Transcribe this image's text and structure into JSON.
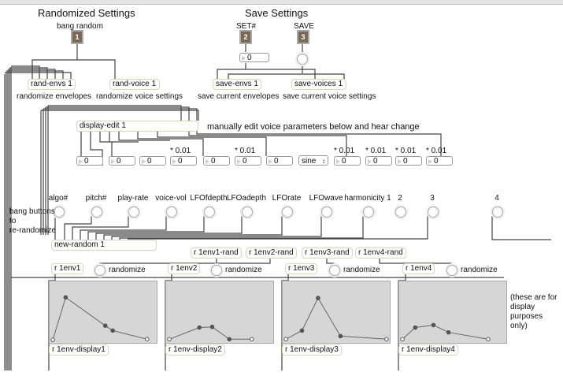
{
  "randomized": {
    "title": "Randomized Settings",
    "bang_label": "bang random",
    "badge": "1",
    "rand_envs": "rand-envs 1",
    "rand_envs_desc": "randomize envelopes",
    "rand_voice": "rand-voice 1",
    "rand_voice_desc": "randomize voice settings"
  },
  "save": {
    "title": "Save Settings",
    "set_label": "SET#",
    "set_badge": "2",
    "save_label": "SAVE",
    "save_badge": "3",
    "set_value": "0",
    "save_envs": "save-envs 1",
    "save_envs_desc": "save current envelopes",
    "save_voices": "save-voices 1",
    "save_voices_desc": "save current voice settings"
  },
  "edit": {
    "object": "display-edit 1",
    "note": "manually edit voice parameters below and hear change",
    "scale_label": "* 0.01",
    "numbers": [
      "0",
      "0",
      "0",
      "0",
      "0",
      "0",
      "0",
      "0",
      "0",
      "0",
      "0"
    ],
    "wave_menu": "sine"
  },
  "params": [
    "algo#",
    "pitch#",
    "play-rate",
    "voice-vol",
    "LFOfdepth",
    "LFOadepth",
    "LFOrate",
    "LFOwave",
    "harmonicity 1",
    "2",
    "3",
    "4"
  ],
  "bang_note": [
    "bang buttons",
    "to",
    "re-randomize"
  ],
  "new_random": "new-random 1",
  "envs": [
    {
      "rand": "r 1env1-rand",
      "recv": "r 1env1",
      "randomize": "randomize",
      "display": "r 1env-display1",
      "points": [
        [
          0.03,
          0.05
        ],
        [
          0.15,
          0.74
        ],
        [
          0.52,
          0.28
        ],
        [
          0.59,
          0.2
        ],
        [
          0.91,
          0.06
        ]
      ]
    },
    {
      "rand": "r 1env2-rand",
      "recv": "r 1env2",
      "randomize": "randomize",
      "display": "r 1env-display2",
      "points": [
        [
          0.03,
          0.06
        ],
        [
          0.31,
          0.25
        ],
        [
          0.43,
          0.26
        ],
        [
          0.59,
          0.06
        ],
        [
          0.8,
          0.06
        ]
      ]
    },
    {
      "rand": "r 1env3-rand",
      "recv": "r 1env3",
      "randomize": "randomize",
      "display": "r 1env-display3",
      "points": [
        [
          0.03,
          0.06
        ],
        [
          0.18,
          0.2
        ],
        [
          0.33,
          0.73
        ],
        [
          0.54,
          0.11
        ],
        [
          0.97,
          0.06
        ]
      ]
    },
    {
      "rand": "r 1env4-rand",
      "recv": "r 1env4",
      "randomize": "randomize",
      "display": "r 1env-display4",
      "points": [
        [
          0.03,
          0.06
        ],
        [
          0.15,
          0.25
        ],
        [
          0.32,
          0.29
        ],
        [
          0.46,
          0.17
        ],
        [
          0.83,
          0.06
        ]
      ]
    }
  ],
  "display_note": "(these are for display purposes only)"
}
